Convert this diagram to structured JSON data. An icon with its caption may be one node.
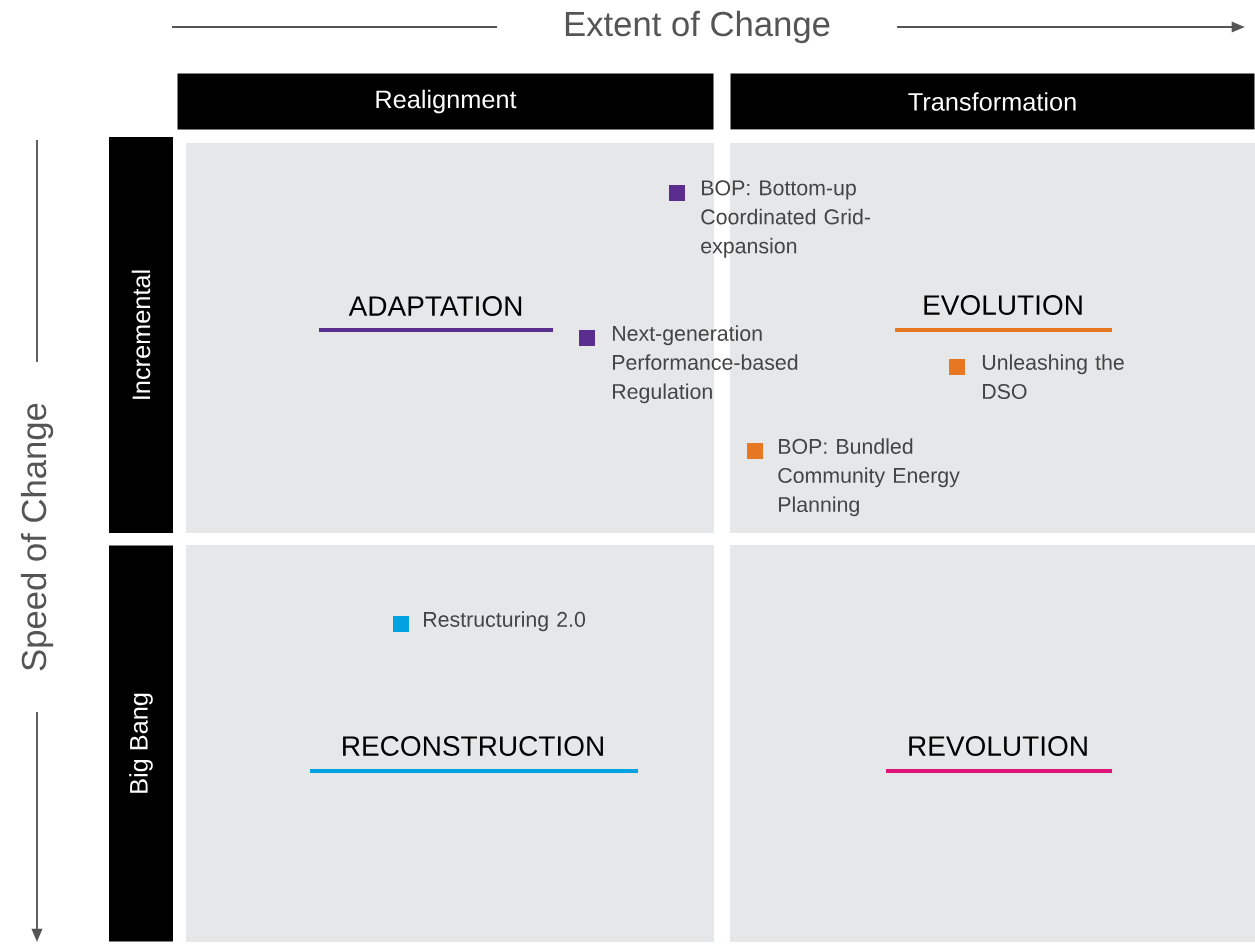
{
  "diagram": {
    "nodes": [
      {
        "text": [
          "Realignment"
        ]
      },
      {
        "text": [
          "Transformation"
        ]
      },
      {
        "text": [
          "Incremental"
        ]
      },
      {
        "text": [
          "Big Bang"
        ]
      },
      {
        "text": [
          "ADAPTATION"
        ]
      },
      {
        "text": [
          "EVOLUTION"
        ]
      },
      {
        "text": [
          "RECONSTRUCTION"
        ]
      },
      {
        "text": [
          "REVOLUTION"
        ]
      }
    ],
    "edges": [],
    "labels": [
      "Extent of Change",
      "Speed of Change",
      "BOP: Bottom-up Coordinated Grid-expansion",
      "Next-generation Performance-based Regulation",
      "Unleashing the DSO",
      "BOP: Bundled Community Energy Planning",
      "Restructuring 2.0"
    ]
  }
}
